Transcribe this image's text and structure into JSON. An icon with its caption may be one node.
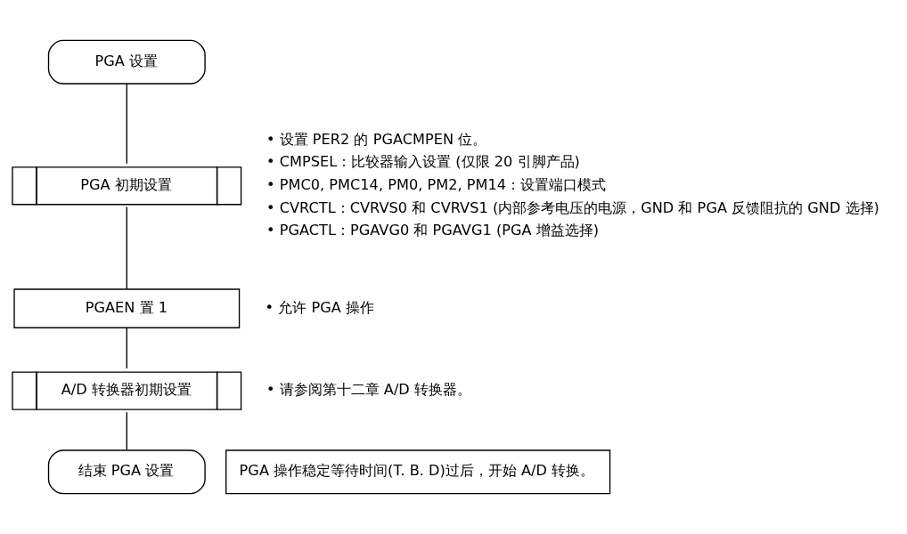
{
  "diagram": {
    "nodes": [
      {
        "text": [
          "PGA 设置"
        ]
      },
      {
        "text": [
          "PGA 初期设置"
        ],
        "beside": [
          "• 设置 PER2 的 PGACMPEN 位。",
          "• CMPSEL：比较器输入设置 (仅限 20 引脚产品)",
          "• PMC0, PMC14, PM0, PM2, PM14：设置端口模式",
          "• CVRCTL：CVRVS0 和 CVRVS1 (内部参考电压的电源，GND 和 PGA 反馈阻抗的 GND 选择)",
          "• PGACTL：PGAVG0 和 PGAVG1 (PGA 增益选择)"
        ]
      },
      {
        "text": [
          "PGAEN 置 1"
        ],
        "beside": [
          "• 允许 PGA 操作"
        ]
      },
      {
        "text": [
          "A/D 转换器初期设置"
        ],
        "beside": [
          "• 请参阅第十二章 A/D 转换器。"
        ]
      },
      {
        "text": [
          "PGA 操作稳定等待时间(T. B. D)过后，开始 A/D 转换。"
        ]
      },
      {
        "text": [
          "结束 PGA 设置"
        ]
      }
    ],
    "edges": [
      {
        "from": 0,
        "to": 1,
        "arrow": "none"
      },
      {
        "from": 1,
        "to": 2,
        "arrow": "none"
      },
      {
        "from": 2,
        "to": 3,
        "arrow": "none"
      },
      {
        "from": 3,
        "to": 5,
        "arrow": "none"
      }
    ]
  }
}
